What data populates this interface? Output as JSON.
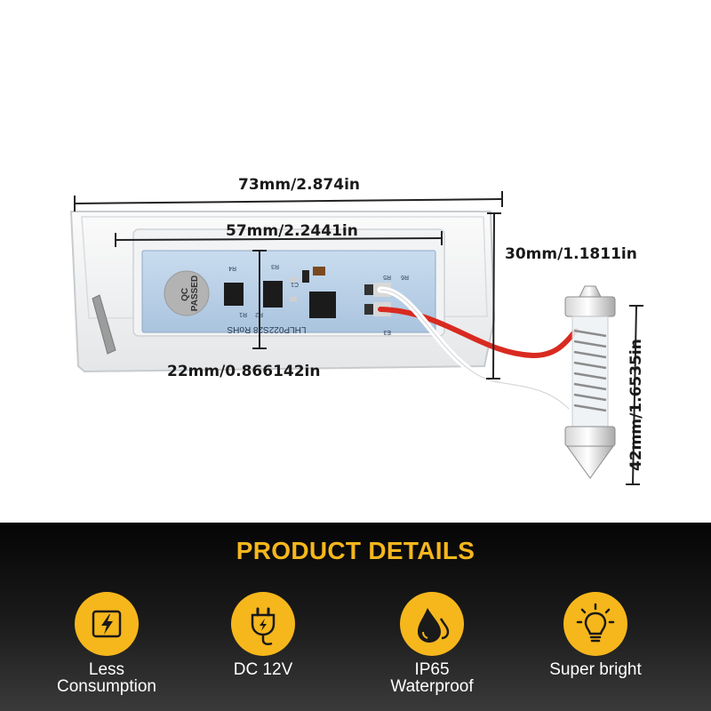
{
  "dimensions": {
    "overall_length": "73mm/2.874in",
    "board_length": "57mm/2.2441in",
    "housing_height": "30mm/1.1811in",
    "board_height": "22mm/0.866142in",
    "festoon_length": "42mm/1.6535in"
  },
  "pcb_markings": {
    "qc_stamp_top": "QC",
    "qc_stamp_bottom": "PASSED",
    "part_number": "LHLP022S28 RoHS",
    "r4": "R4",
    "r3": "R3",
    "c1": "C1",
    "r6": "R6",
    "r5": "R5",
    "r1": "R1",
    "r2": "R2",
    "e3": "E3"
  },
  "product_details": {
    "title": "PRODUCT DETAILS",
    "accent_color": "#f6b71c",
    "features": [
      {
        "icon": "lightning-bolt-icon",
        "label": "Less\nConsumption"
      },
      {
        "icon": "power-plug-icon",
        "label": "DC 12V"
      },
      {
        "icon": "water-drops-icon",
        "label": "IP65\nWaterproof"
      },
      {
        "icon": "light-bulb-icon",
        "label": "Super bright"
      }
    ]
  }
}
